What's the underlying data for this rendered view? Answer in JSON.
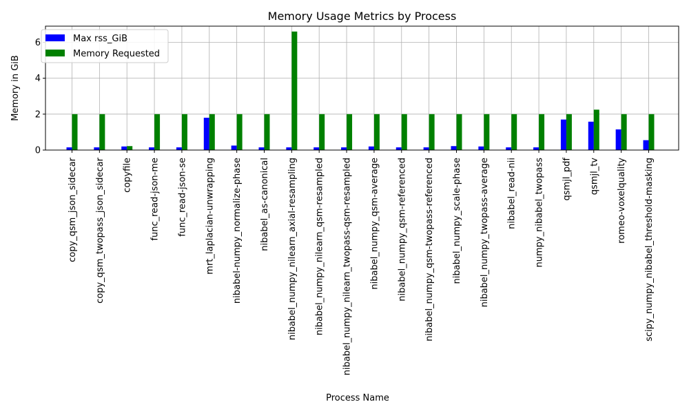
{
  "chart_data": {
    "type": "bar",
    "title": "Memory Usage Metrics by Process",
    "xlabel": "Process Name",
    "ylabel": "Memory in GiB",
    "ylim": [
      0,
      6.9
    ],
    "yticks": [
      0,
      2,
      4,
      6
    ],
    "grid": true,
    "legend_position": "top-left",
    "categories": [
      "copy_qsm_json_sidecar",
      "copy_qsm_twopass_json_sidecar",
      "copyfile",
      "func_read-json-me",
      "func_read-json-se",
      "mrt_laplacian-unwrapping",
      "nibabel-numpy_normalize-phase",
      "nibabel_as-canonical",
      "nibabel_numpy_nilearn_axial-resampling",
      "nibabel_numpy_nilearn_qsm-resampled",
      "nibabel_numpy_nilearn_twopass-qsm-resampled",
      "nibabel_numpy_qsm-average",
      "nibabel_numpy_qsm-referenced",
      "nibabel_numpy_qsm-twopass-referenced",
      "nibabel_numpy_scale-phase",
      "nibabel_numpy_twopass-average",
      "nibabel_read-nii",
      "numpy_nibabel_twopass",
      "qsmjl_pdf",
      "qsmjl_tv",
      "romeo-voxelquality",
      "scipy_numpy_nibabel_threshold-masking"
    ],
    "series": [
      {
        "name": "Max rss_GiB",
        "color": "#0000ff",
        "values": [
          0.15,
          0.15,
          0.2,
          0.15,
          0.15,
          1.8,
          0.25,
          0.15,
          0.15,
          0.15,
          0.15,
          0.2,
          0.15,
          0.15,
          0.22,
          0.2,
          0.15,
          0.15,
          1.7,
          1.58,
          1.15,
          0.55
        ]
      },
      {
        "name": "Memory Requested",
        "color": "#008000",
        "values": [
          2.0,
          2.0,
          0.22,
          2.0,
          2.0,
          2.0,
          2.0,
          2.0,
          6.6,
          2.0,
          2.0,
          2.0,
          2.0,
          2.0,
          2.0,
          2.0,
          2.0,
          2.0,
          2.0,
          2.25,
          2.0,
          2.0
        ]
      }
    ]
  }
}
